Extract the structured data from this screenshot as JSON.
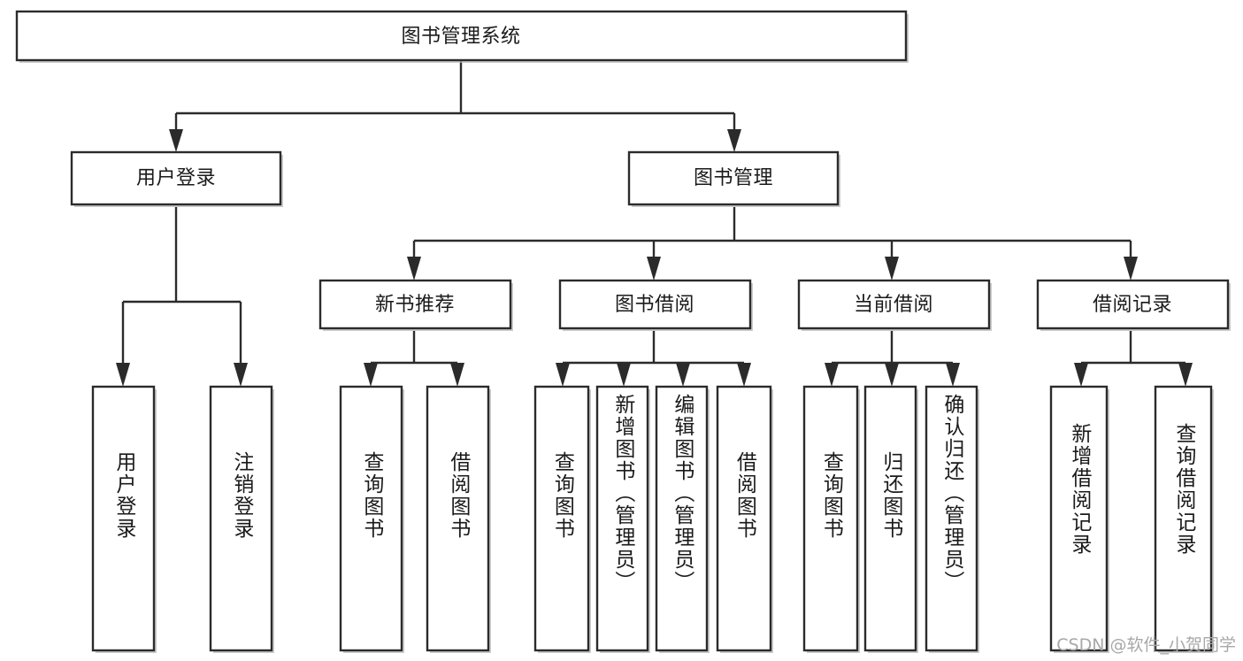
{
  "diagram": {
    "type": "tree",
    "title": "图书管理系统",
    "root": {
      "id": "root",
      "label": "图书管理系统",
      "level": 0
    },
    "level2": [
      {
        "id": "user-login",
        "label": "用户登录"
      },
      {
        "id": "book-manage",
        "label": "图书管理"
      }
    ],
    "level3": [
      {
        "id": "new-book-rec",
        "label": "新书推荐",
        "parent": "book-manage"
      },
      {
        "id": "book-borrow",
        "label": "图书借阅",
        "parent": "book-manage"
      },
      {
        "id": "current-borrow",
        "label": "当前借阅",
        "parent": "book-manage"
      },
      {
        "id": "borrow-record",
        "label": "借阅记录",
        "parent": "book-manage"
      }
    ],
    "leaves": [
      {
        "id": "leaf-user-login",
        "label": "用户登录",
        "parent": "user-login"
      },
      {
        "id": "leaf-logout",
        "label": "注销登录",
        "parent": "user-login"
      },
      {
        "id": "leaf-query-book-1",
        "label": "查询图书",
        "parent": "new-book-rec"
      },
      {
        "id": "leaf-borrow-book-1",
        "label": "借阅图书",
        "parent": "new-book-rec"
      },
      {
        "id": "leaf-query-book-2",
        "label": "查询图书",
        "parent": "book-borrow"
      },
      {
        "id": "leaf-add-book",
        "label": "新增图书（管理员）",
        "parent": "book-borrow"
      },
      {
        "id": "leaf-edit-book",
        "label": "编辑图书（管理员）",
        "parent": "book-borrow"
      },
      {
        "id": "leaf-borrow-book-2",
        "label": "借阅图书",
        "parent": "book-borrow"
      },
      {
        "id": "leaf-query-book-3",
        "label": "查询图书",
        "parent": "current-borrow"
      },
      {
        "id": "leaf-return-book",
        "label": "归还图书",
        "parent": "current-borrow"
      },
      {
        "id": "leaf-confirm-return",
        "label": "确认归还（管理员）",
        "parent": "current-borrow"
      },
      {
        "id": "leaf-add-record",
        "label": "新增借阅记录",
        "parent": "borrow-record"
      },
      {
        "id": "leaf-query-record",
        "label": "查询借阅记录",
        "parent": "borrow-record"
      }
    ],
    "colors": {
      "background": "#ffffff",
      "box_fill": "#ffffff",
      "box_stroke": "#2b2b2b",
      "text": "#1a1a1a",
      "connector": "#2b2b2b",
      "watermark": "#a8a8a8"
    }
  },
  "watermark": {
    "text": "CSDN @软件_小贺同学"
  }
}
